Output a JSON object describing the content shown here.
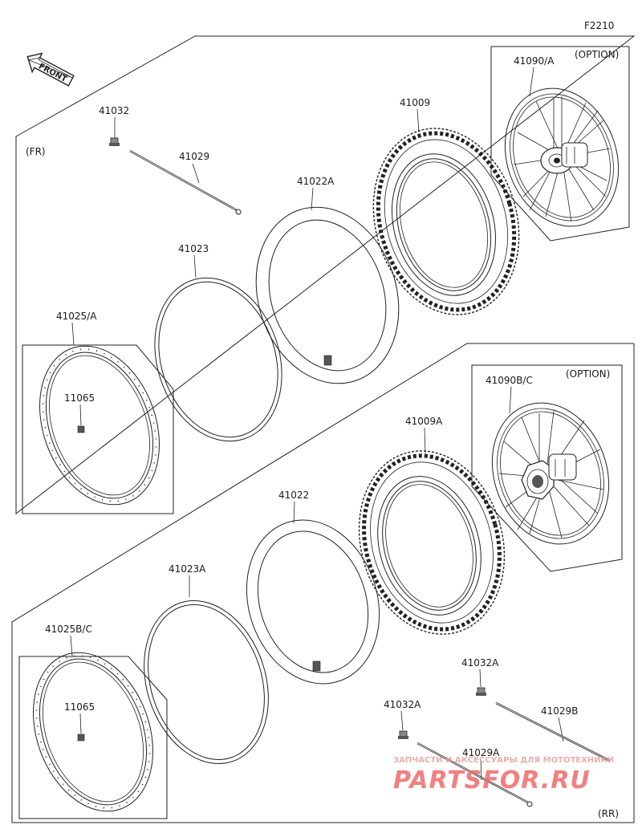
{
  "figure_code": "F2210",
  "front_badge": "FRONT",
  "sections": {
    "front": "(FR)",
    "rear": "(RR)"
  },
  "option_label": "(OPTION)",
  "parts": {
    "p41032": "41032",
    "p41029": "41029",
    "p41022A": "41022A",
    "p41009": "41009",
    "p41090A": "41090/A",
    "p41023": "41023",
    "p41025A": "41025/A",
    "p11065_front": "11065",
    "p41090BC": "41090B/C",
    "p41009A": "41009A",
    "p41022": "41022",
    "p41023A": "41023A",
    "p41025BC": "41025B/C",
    "p11065_rear": "11065",
    "p41032A_right": "41032A",
    "p41029B": "41029B",
    "p41032A_left": "41032A",
    "p41029A": "41029A"
  },
  "watermark": {
    "caption": "ЗАПЧАСТИ И АКСЕССУАРЫ ДЛЯ МОТОТЕХНИКИ",
    "logo": "PARTSFOR.RU"
  }
}
